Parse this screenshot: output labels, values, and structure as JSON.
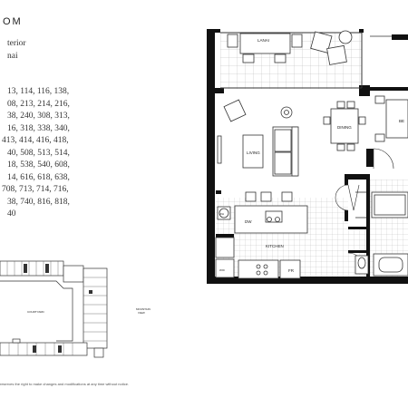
{
  "header": {
    "title_fragment": "OM",
    "subtitle_line1": "terior",
    "subtitle_line2": "nai"
  },
  "units": [
    "13, 114, 116, 138,",
    "08, 213, 214, 216,",
    "38, 240, 308, 313,",
    "16, 318, 338, 340,",
    "413, 414, 416, 418,",
    "40, 508, 513, 514,",
    "18, 538, 540, 608,",
    "14, 616, 618, 638,",
    "708, 713, 714, 716,",
    "38, 740, 816, 818,",
    "40"
  ],
  "rooms": {
    "lanai": "LANAI",
    "dining": "DINING",
    "living": "LIVING",
    "kitchen": "KITCHEN",
    "dw": "DW",
    "wh": "WH",
    "fr": "FR",
    "wd": "W/D",
    "bedroom_fragment": "BE"
  },
  "site_plan": {
    "courtyard": "COURTYARD",
    "mountain_view_line1": "MOUNTAIN",
    "mountain_view_line2": "VIEW"
  },
  "disclaimer": "reserves the right to make changes and modifications at any time without notice."
}
